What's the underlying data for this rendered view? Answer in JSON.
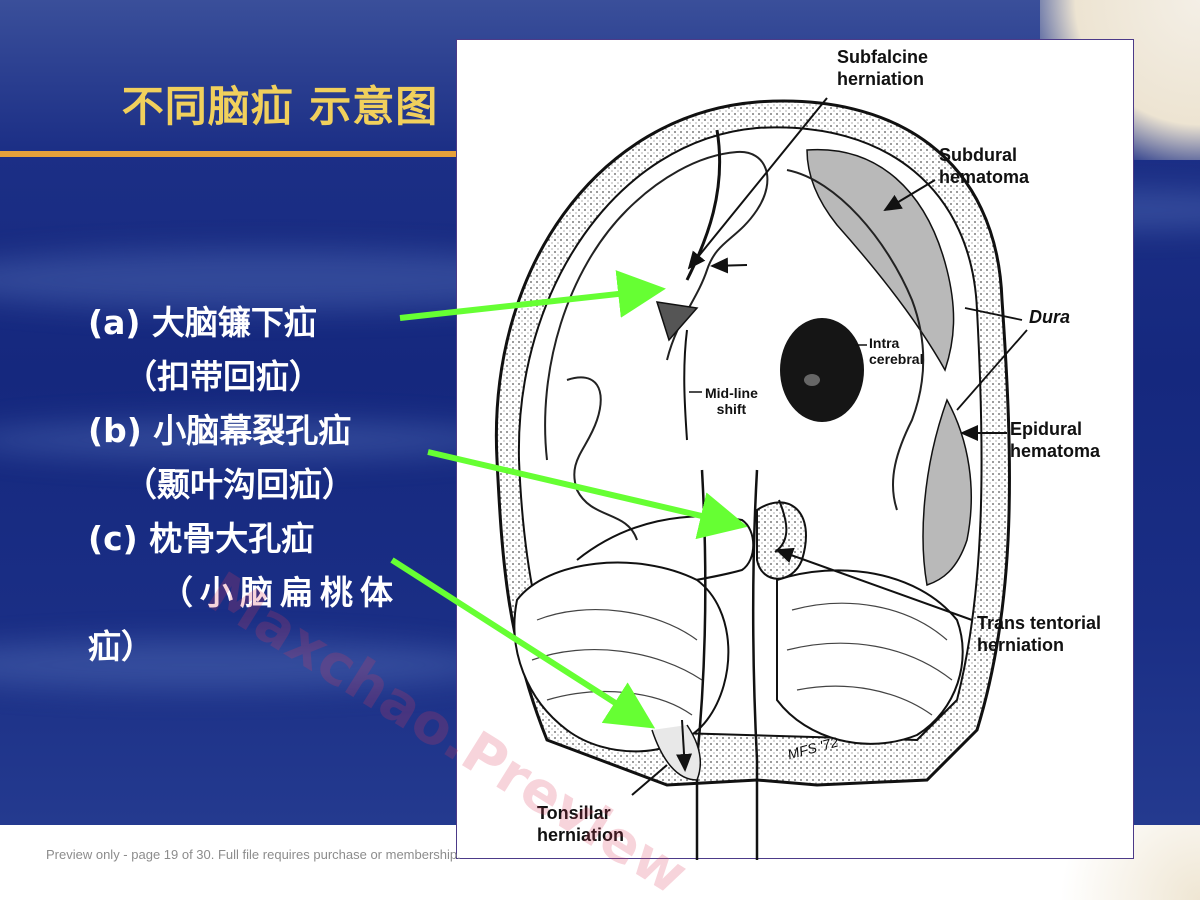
{
  "slide": {
    "title": "不同脑疝 示意图",
    "items": [
      "(a) 大脑镰下疝",
      "（扣带回疝）",
      "(b) 小脑幕裂孔疝",
      "（颞叶沟回疝）",
      "(c) 枕骨大孔疝",
      "（小脑扁桃体",
      "疝）"
    ]
  },
  "figure": {
    "labels": {
      "subfalcine": "Subfalcine\nherniation",
      "subdural": "Subdural\nhematoma",
      "dura": "Dura",
      "intracerebral": "Intra\ncerebral",
      "midline": "Mid-line\nshift",
      "epidural": "Epidural\nhematoma",
      "transtentorial": "Trans tentorial\nherniation",
      "tonsillar": "Tonsillar\nherniation",
      "signature": "MFS '72"
    }
  },
  "colors": {
    "title": "#f1d05c",
    "arrow": "#66ff33",
    "accent_line": "#e6a13a"
  },
  "watermark": "Maxchao.Preview",
  "footer": "Preview only - page 19 of 30. Full file requires purchase or membership."
}
